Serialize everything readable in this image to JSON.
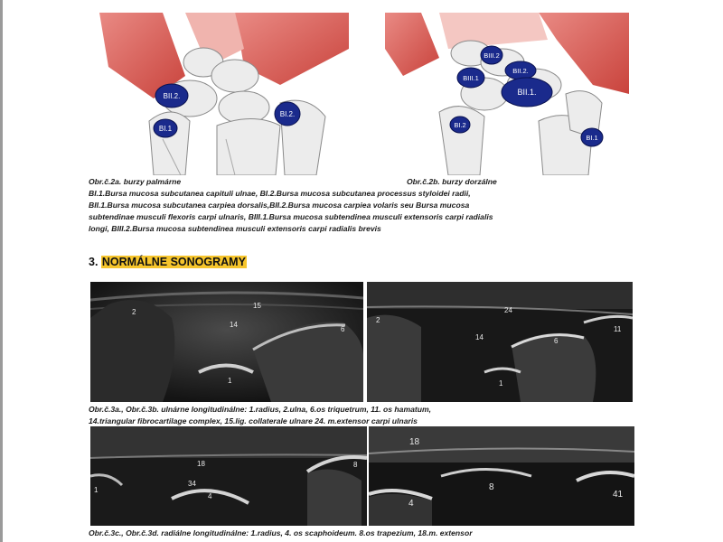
{
  "figure_a": {
    "labels": {
      "bii2": "BII.2.",
      "bi1": "BI.1",
      "bi2": "BI.2."
    }
  },
  "figure_b": {
    "labels": {
      "biii2": "BIII.2",
      "biii1": "BIII.1",
      "bii2": "BII.2.",
      "bii1": "BII.1.",
      "bi2": "BI.2",
      "bi1": "BI.1"
    }
  },
  "caption1": {
    "a": "Obr.č.2a. burzy palmárne",
    "b": "Obr.č.2b. burzy dorzálne",
    "lines": [
      "BI.1.Bursa mucosa subcutanea capituli ulnae, BI.2.Bursa mucosa subcutanea processus styloidei radii,",
      "BII.1.Bursa mucosa subcutanea carpiea dorsalis,BII.2.Bursa mucosa carpiea volaris seu Bursa mucosa",
      "subtendinae musculi flexoris carpi ulnaris, BIII.1.Bursa mucosa subtendinea musculi extensoris carpi radialis",
      "longi, BIII.2.Bursa mucosa subtendinea musculi extensoris carpi radialis brevis"
    ]
  },
  "section": {
    "number": "3. ",
    "title": "NORMÁLNE SONOGRAMY"
  },
  "sono_a": {
    "labels": {
      "l2": "2",
      "l15": "15",
      "l14": "14",
      "l6": "6",
      "l1": "1"
    }
  },
  "sono_b": {
    "labels": {
      "l2": "2",
      "l24": "24",
      "l14": "14",
      "l6": "6",
      "l11": "11",
      "l1": "1"
    }
  },
  "caption2": {
    "lines": [
      "Obr.č.3a., Obr.č.3b. ulnárne longitudinálne: 1.radius, 2.ulna, 6.os triquetrum, 11. os hamatum,",
      "14.triangular fibrocartilage complex, 15.lig. collaterale ulnare 24. m.extensor carpi ulnaris"
    ]
  },
  "sono_c": {
    "labels": {
      "l18": "18",
      "l1": "1",
      "l34": "34",
      "l4": "4",
      "l8": "8"
    }
  },
  "sono_d": {
    "labels": {
      "l18": "18",
      "l8": "8",
      "l4": "4",
      "l41": "41"
    }
  },
  "caption3": {
    "line": "Obr.č.3c., Obr.č.3d. radiálne longitudinálne: 1.radius, 4. os scaphoideum. 8.os trapezium, 18.m. extensor"
  },
  "colors": {
    "bursa_blue": "#1a2a8c",
    "muscle_red": "#d9574f",
    "highlight": "#f6c52c"
  }
}
